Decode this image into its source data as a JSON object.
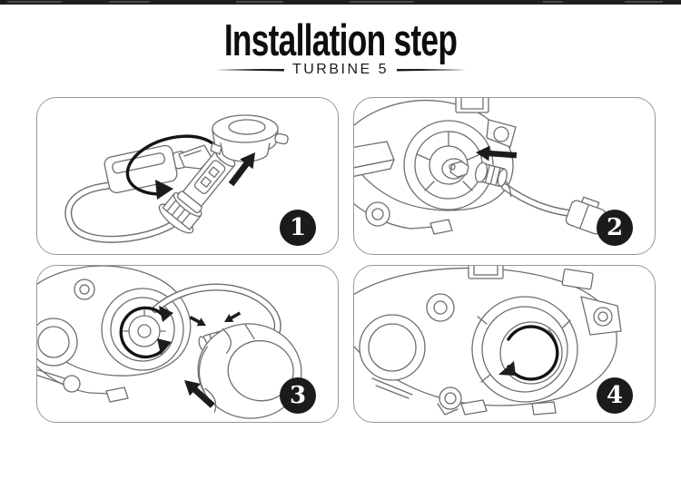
{
  "header": {
    "title": "Installation step",
    "subtitle": "TURBINE 5"
  },
  "steps": [
    {
      "number": "1",
      "illustration": "led-bulb-wire-and-retaining-ring"
    },
    {
      "number": "2",
      "illustration": "insert-bulb-into-headlight-housing"
    },
    {
      "number": "3",
      "illustration": "attach-dust-cover-to-housing"
    },
    {
      "number": "4",
      "illustration": "twist-lock-dust-cover"
    }
  ],
  "colors": {
    "top_bar": "#1e1e1e",
    "title_text": "#0e0e0e",
    "panel_border": "#979797",
    "line_art": "#6e6e6e",
    "badge_background": "#1b1b1b",
    "badge_number": "#ffffff"
  }
}
